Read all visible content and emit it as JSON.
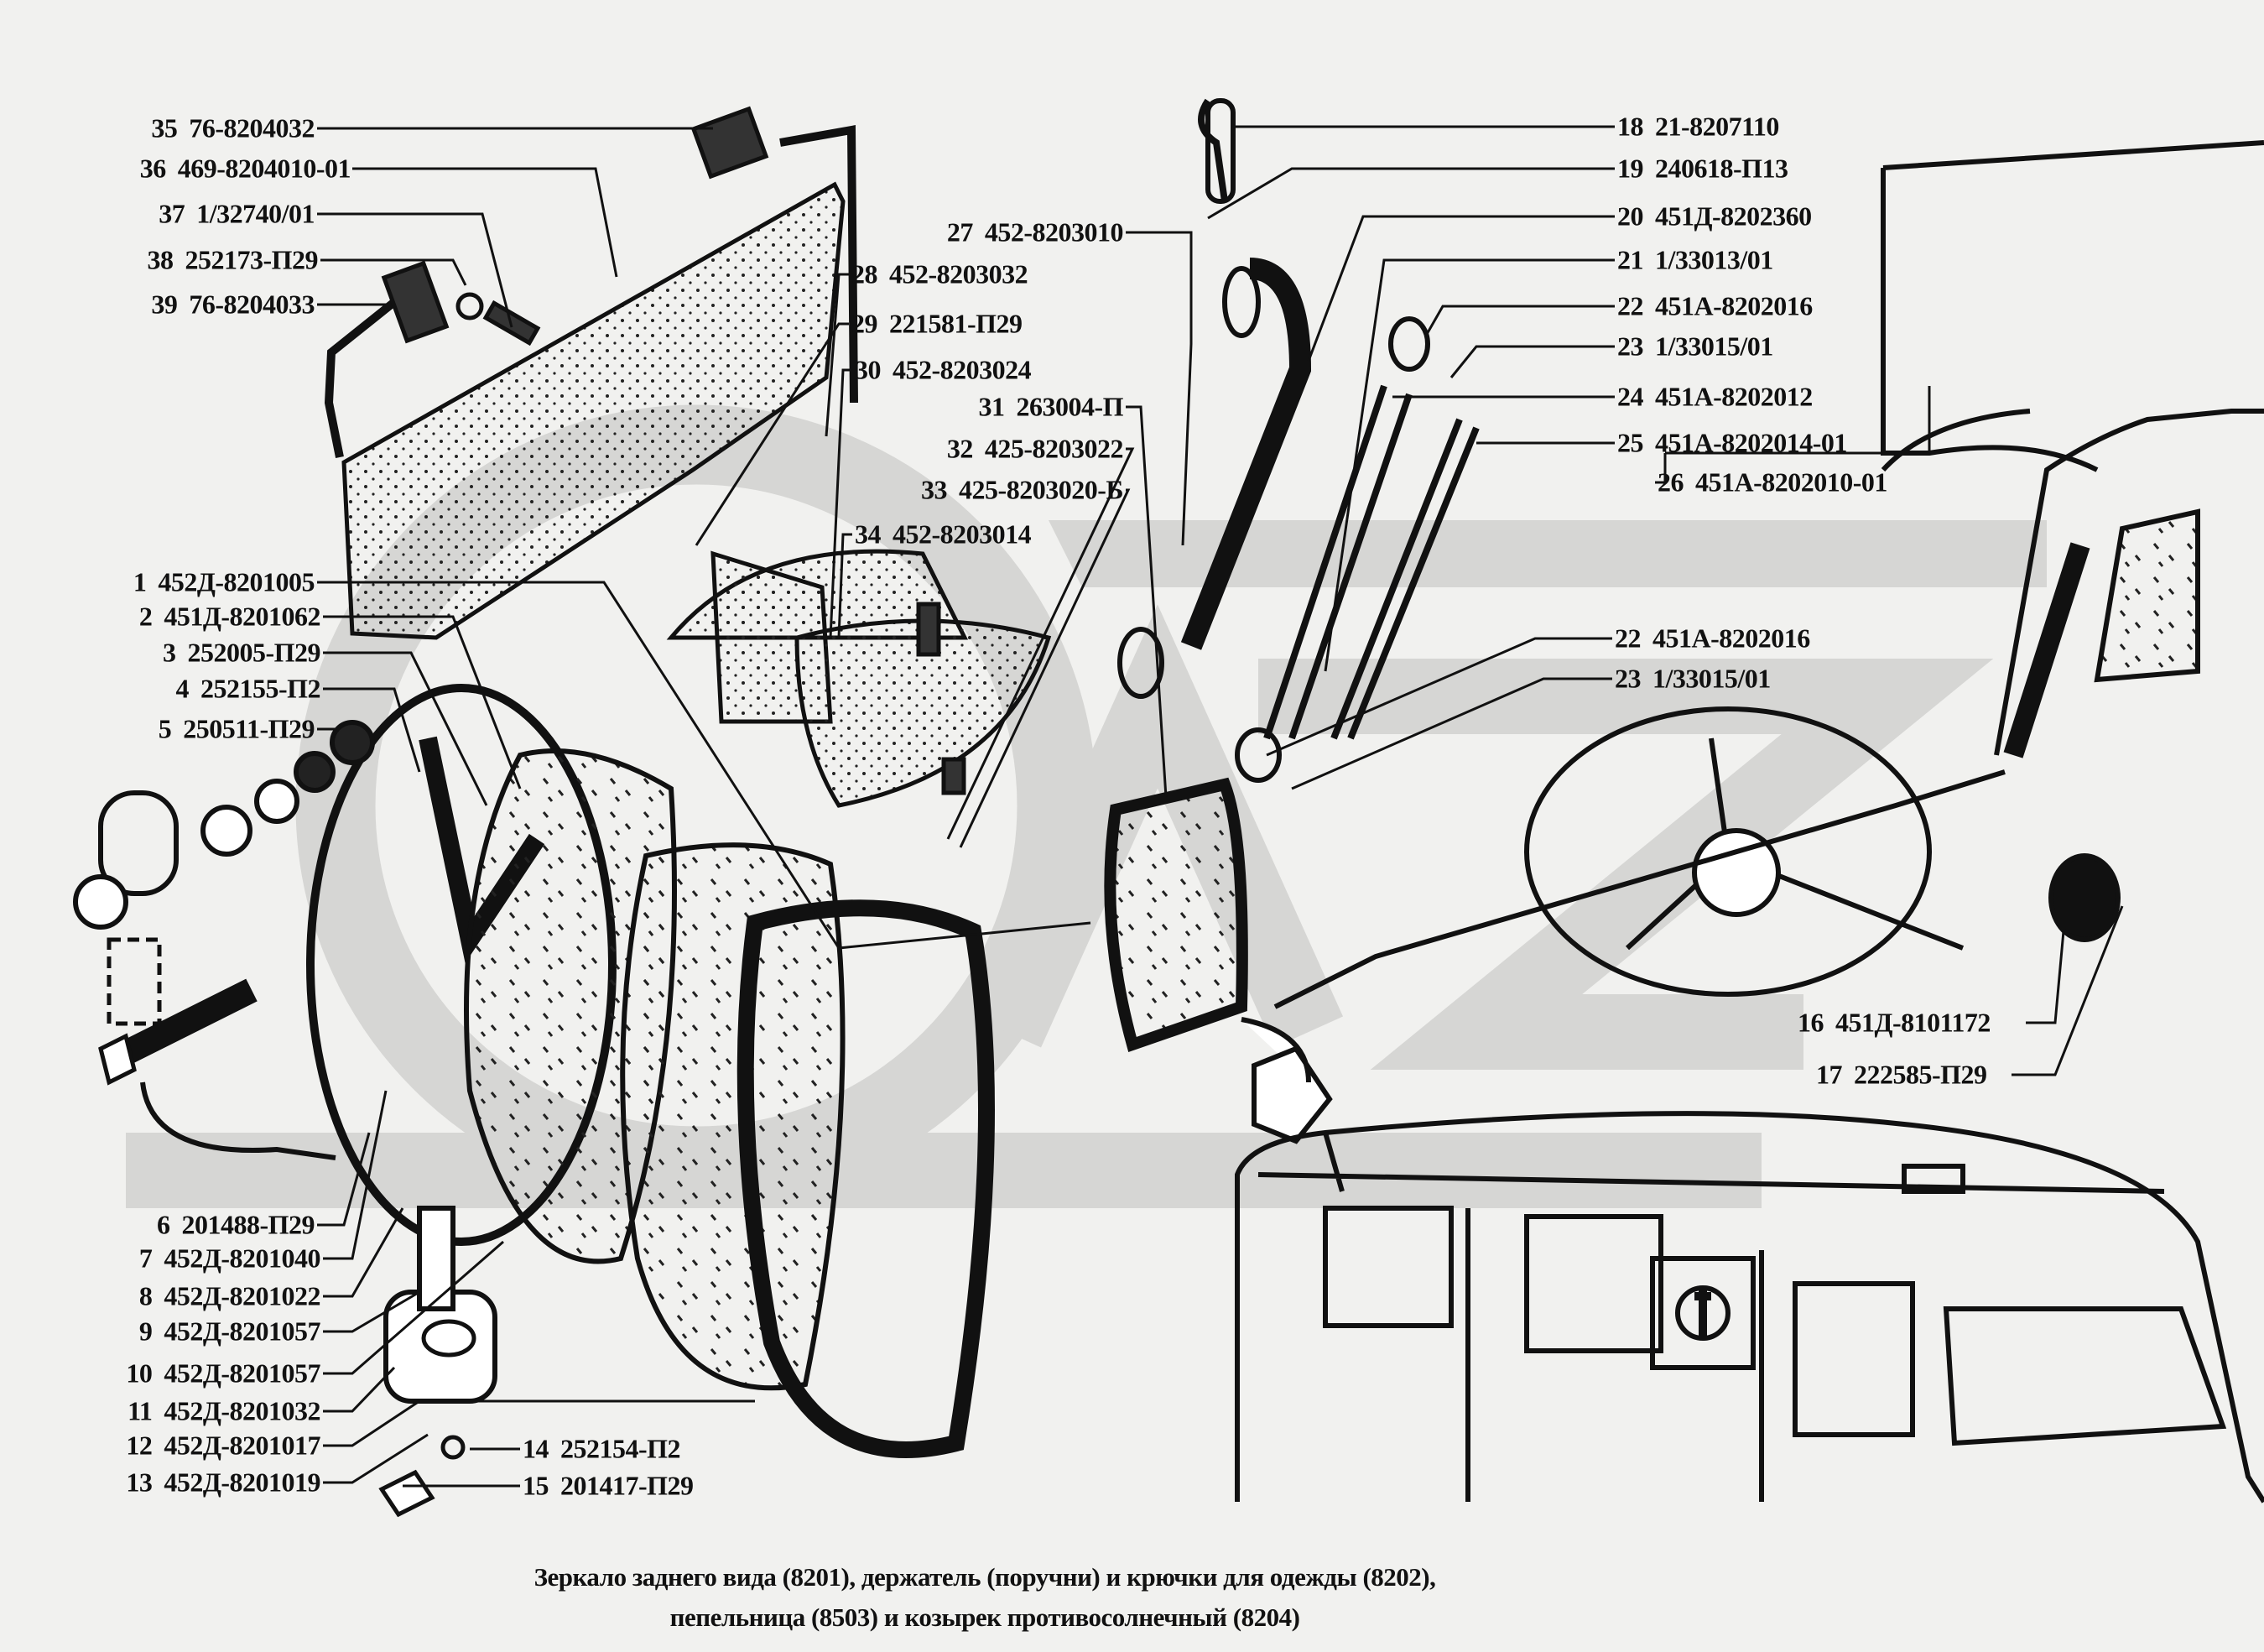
{
  "callouts": [
    {
      "num": "1",
      "part": "452Д-8201005"
    },
    {
      "num": "2",
      "part": "451Д-8201062"
    },
    {
      "num": "3",
      "part": "252005-П29"
    },
    {
      "num": "4",
      "part": "252155-П2"
    },
    {
      "num": "5",
      "part": "250511-П29"
    },
    {
      "num": "6",
      "part": "201488-П29"
    },
    {
      "num": "7",
      "part": "452Д-8201040"
    },
    {
      "num": "8",
      "part": "452Д-8201022"
    },
    {
      "num": "9",
      "part": "452Д-8201057"
    },
    {
      "num": "10",
      "part": "452Д-8201057"
    },
    {
      "num": "11",
      "part": "452Д-8201032"
    },
    {
      "num": "12",
      "part": "452Д-8201017"
    },
    {
      "num": "13",
      "part": "452Д-8201019"
    },
    {
      "num": "14",
      "part": "252154-П2"
    },
    {
      "num": "15",
      "part": "201417-П29"
    },
    {
      "num": "16",
      "part": "451Д-8101172"
    },
    {
      "num": "17",
      "part": "222585-П29"
    },
    {
      "num": "18",
      "part": "21-8207110"
    },
    {
      "num": "19",
      "part": "240618-П13"
    },
    {
      "num": "20",
      "part": "451Д-8202360"
    },
    {
      "num": "21",
      "part": "1/33013/01"
    },
    {
      "num": "22",
      "part": "451А-8202016"
    },
    {
      "num": "23",
      "part": "1/33015/01"
    },
    {
      "num": "24",
      "part": "451А-8202012"
    },
    {
      "num": "25",
      "part": "451А-8202014-01"
    },
    {
      "num": "26",
      "part": "451А-8202010-01"
    },
    {
      "num": "27",
      "part": "452-8203010"
    },
    {
      "num": "28",
      "part": "452-8203032"
    },
    {
      "num": "29",
      "part": "221581-П29"
    },
    {
      "num": "30",
      "part": "452-8203024"
    },
    {
      "num": "31",
      "part": "263004-П"
    },
    {
      "num": "32",
      "part": "425-8203022"
    },
    {
      "num": "33",
      "part": "425-8203020-Б"
    },
    {
      "num": "34",
      "part": "452-8203014"
    },
    {
      "num": "35",
      "part": "76-8204032"
    },
    {
      "num": "36",
      "part": "469-8204010-01"
    },
    {
      "num": "37",
      "part": "1/32740/01"
    },
    {
      "num": "38",
      "part": "252173-П29"
    },
    {
      "num": "39",
      "part": "76-8204033"
    },
    {
      "num": "22",
      "part": "451А-8202016"
    },
    {
      "num": "23",
      "part": "1/33015/01"
    }
  ],
  "caption": {
    "line1": "Зеркало заднего вида (8201), держатель (поручни) и крючки для одежды (8202),",
    "line2": "пепельница (8503) и козырек противосолнечный (8204)"
  },
  "watermark": "GAZ",
  "colors": {
    "background": "#f1f1ef",
    "ink": "#111111",
    "watermark": "#d6d6d4"
  }
}
